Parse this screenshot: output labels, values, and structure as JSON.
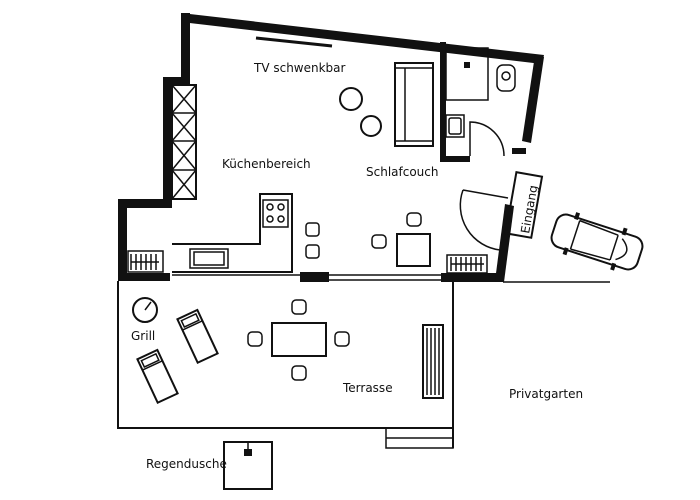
{
  "labels": {
    "tv": "TV schwenkbar",
    "kitchen": "Küchenbereich",
    "sofa_bed": "Schlafcouch",
    "entrance": "Eingang",
    "grill": "Grill",
    "terrace": "Terrasse",
    "garden": "Privatgarten",
    "shower": "Regendusche"
  },
  "colors": {
    "line": "#111111",
    "background": "#ffffff"
  }
}
